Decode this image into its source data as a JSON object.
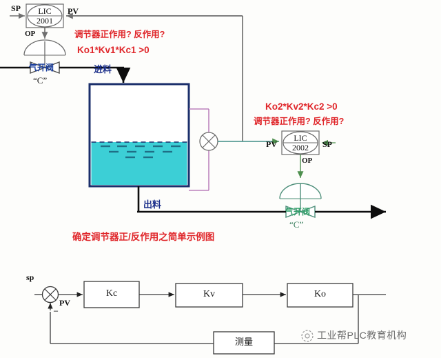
{
  "diagram": {
    "title_caption": "确定调节器正/反作用之简单示例图",
    "loop1": {
      "controller_tag_line1": "LIC",
      "controller_tag_line2": "2001",
      "sp_label": "SP",
      "pv_label": "PV",
      "op_label": "OP",
      "valve_label": "气开阀",
      "valve_action": "“C”",
      "note_question": "调节器正作用? 反作用?",
      "note_formula": "Ko1*Kv1*Kc1  >0"
    },
    "loop2": {
      "controller_tag_line1": "LIC",
      "controller_tag_line2": "2002",
      "sp_label": "SP",
      "pv_label": "PV",
      "op_label": "OP",
      "valve_label": "气开阀",
      "valve_action": "“C”",
      "note_question": "调节器正作用? 反作用?",
      "note_formula": "Ko2*Kv2*Kc2  >0"
    },
    "vessel": {
      "inlet_label": "进料",
      "outlet_label": "出料",
      "liquid_color": "#3ccfd6",
      "wall_color": "#1b2f6b"
    }
  },
  "block_diagram": {
    "setpoint_label": "sp",
    "feedback_label": "PV",
    "minus_sign": "_",
    "blocks": [
      {
        "label": "Kc"
      },
      {
        "label": "Kv"
      },
      {
        "label": "Ko"
      }
    ],
    "feedback_block": {
      "label": "测量"
    }
  },
  "watermark": {
    "text": "工业帮PLC教育机构"
  },
  "colors": {
    "red": "#e0272b",
    "blue": "#1b2f8a",
    "green": "#2f9e68",
    "cyan": "#3ccfd6",
    "pipe": "#111111",
    "signal_gray": "#555555",
    "signal_magenta": "#b06ab0"
  }
}
